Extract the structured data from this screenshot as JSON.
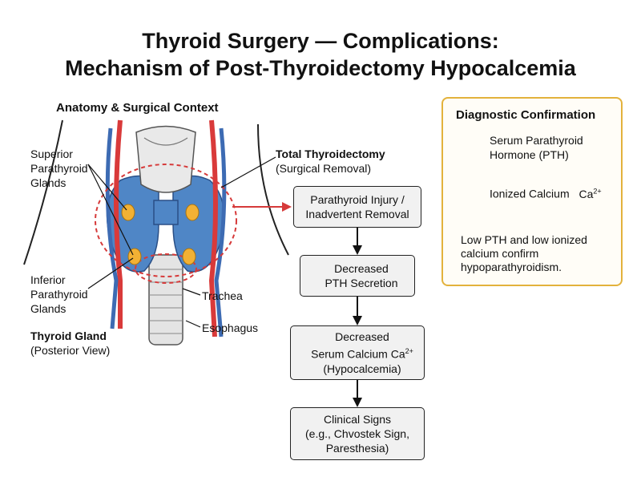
{
  "title": {
    "line1": "Thyroid Surgery — Complications:",
    "line2": "Mechanism of Post-Thyroidectomy Hypocalcemia"
  },
  "anatomy": {
    "section_title": "Anatomy & Surgical Context",
    "superior": [
      "Superior",
      "Parathyroid",
      "Glands"
    ],
    "inferior": [
      "Inferior",
      "Parathyroid",
      "Glands"
    ],
    "thyroid_title": "Thyroid Gland",
    "thyroid_sub": "(Posterior View)",
    "trachea": "Trachea",
    "esophagus": "Esophagus",
    "surgery_title": "Total Thyroidectomy",
    "surgery_sub": "(Surgical Removal)"
  },
  "flow": {
    "step1": [
      "Parathyroid Injury /",
      "Inadvertent Removal"
    ],
    "step2": [
      "Decreased",
      "PTH Secretion"
    ],
    "step3": [
      "Decreased",
      "Serum Calcium Ca",
      "(Hypocalcemia)"
    ],
    "step3_sup": "2+",
    "step4": [
      "Clinical Signs",
      "(e.g., Chvostek Sign,",
      "Paresthesia)"
    ]
  },
  "diagnostic": {
    "title": "Diagnostic Confirmation",
    "pth": [
      "Serum Parathyroid",
      "Hormone (PTH)"
    ],
    "calcium": "Ionized Calcium",
    "calcium_symbol": "Ca",
    "calcium_sup": "2+",
    "note": "Low PTH and low ionized calcium confirm hypoparathyroidism."
  },
  "colors": {
    "thyroid": "#4f86c6",
    "artery": "#d93a3a",
    "vein": "#3d6bb3",
    "parathyroid": "#f2b134",
    "flow_arrow": "#d63a3a",
    "diag_border": "#e3b23c"
  }
}
